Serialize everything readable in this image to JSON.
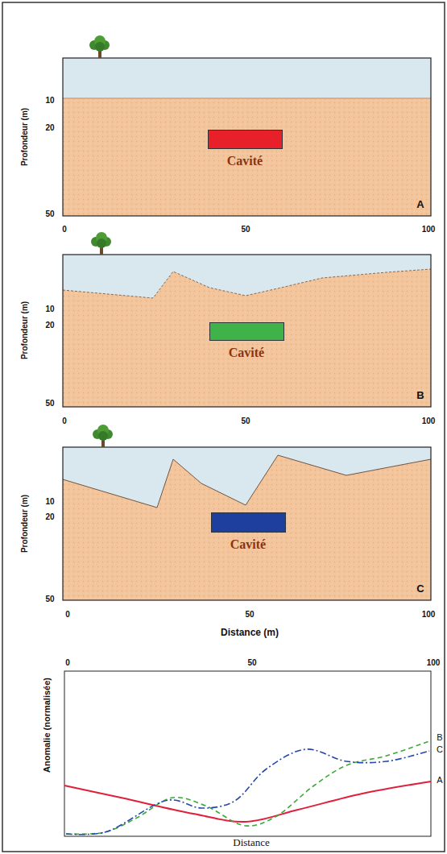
{
  "diagram": {
    "nodes": [
      {
        "text": [
          "Cavité"
        ]
      },
      {
        "text": [
          "Cavité"
        ]
      },
      {
        "text": [
          "Cavité"
        ]
      }
    ],
    "labels": [
      "Profondeur (m)",
      "10",
      "20",
      "50",
      "A",
      "0",
      "50",
      "100",
      "Profondeur (m)",
      "10",
      "20",
      "50",
      "B",
      "0",
      "50",
      "100",
      "Profondeur (m)",
      "10",
      "20",
      "50",
      "C",
      "0",
      "50",
      "100",
      "Distance (m)",
      "0",
      "50",
      "100",
      "Anomalie (normalisée)",
      "B",
      "C",
      "A",
      "Distance"
    ]
  }
}
